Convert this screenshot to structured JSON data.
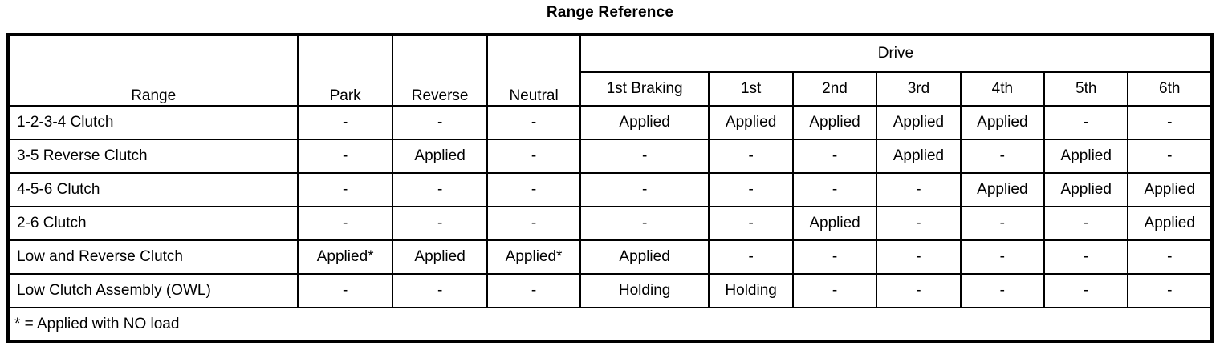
{
  "document": {
    "title": "Range Reference"
  },
  "table": {
    "header": {
      "range_label": "Range",
      "park_label": "Park",
      "reverse_label": "Reverse",
      "neutral_label": "Neutral",
      "drive_group_label": "Drive",
      "drive_columns": [
        "1st Braking",
        "1st",
        "2nd",
        "3rd",
        "4th",
        "5th",
        "6th"
      ]
    },
    "columns": [
      "Range",
      "Park",
      "Reverse",
      "Neutral",
      "1st Braking",
      "1st",
      "2nd",
      "3rd",
      "4th",
      "5th",
      "6th"
    ],
    "rows": [
      {
        "label": "1-2-3-4 Clutch",
        "park": "-",
        "reverse": "-",
        "neutral": "-",
        "braking_1st": "Applied",
        "gear_1st": "Applied",
        "gear_2nd": "Applied",
        "gear_3rd": "Applied",
        "gear_4th": "Applied",
        "gear_5th": "-",
        "gear_6th": "-"
      },
      {
        "label": "3-5 Reverse Clutch",
        "park": "-",
        "reverse": "Applied",
        "neutral": "-",
        "braking_1st": "-",
        "gear_1st": "-",
        "gear_2nd": "-",
        "gear_3rd": "Applied",
        "gear_4th": "-",
        "gear_5th": "Applied",
        "gear_6th": "-"
      },
      {
        "label": "4-5-6 Clutch",
        "park": "-",
        "reverse": "-",
        "neutral": "-",
        "braking_1st": "-",
        "gear_1st": "-",
        "gear_2nd": "-",
        "gear_3rd": "-",
        "gear_4th": "Applied",
        "gear_5th": "Applied",
        "gear_6th": "Applied"
      },
      {
        "label": "2-6 Clutch",
        "park": "-",
        "reverse": "-",
        "neutral": "-",
        "braking_1st": "-",
        "gear_1st": "-",
        "gear_2nd": "Applied",
        "gear_3rd": "-",
        "gear_4th": "-",
        "gear_5th": "-",
        "gear_6th": "Applied"
      },
      {
        "label": "Low and Reverse Clutch",
        "park": "Applied*",
        "reverse": "Applied",
        "neutral": "Applied*",
        "braking_1st": "Applied",
        "gear_1st": "-",
        "gear_2nd": "-",
        "gear_3rd": "-",
        "gear_4th": "-",
        "gear_5th": "-",
        "gear_6th": "-"
      },
      {
        "label": "Low Clutch Assembly (OWL)",
        "park": "-",
        "reverse": "-",
        "neutral": "-",
        "braking_1st": "Holding",
        "gear_1st": "Holding",
        "gear_2nd": "-",
        "gear_3rd": "-",
        "gear_4th": "-",
        "gear_5th": "-",
        "gear_6th": "-"
      }
    ],
    "footnote": "* = Applied with NO load"
  }
}
